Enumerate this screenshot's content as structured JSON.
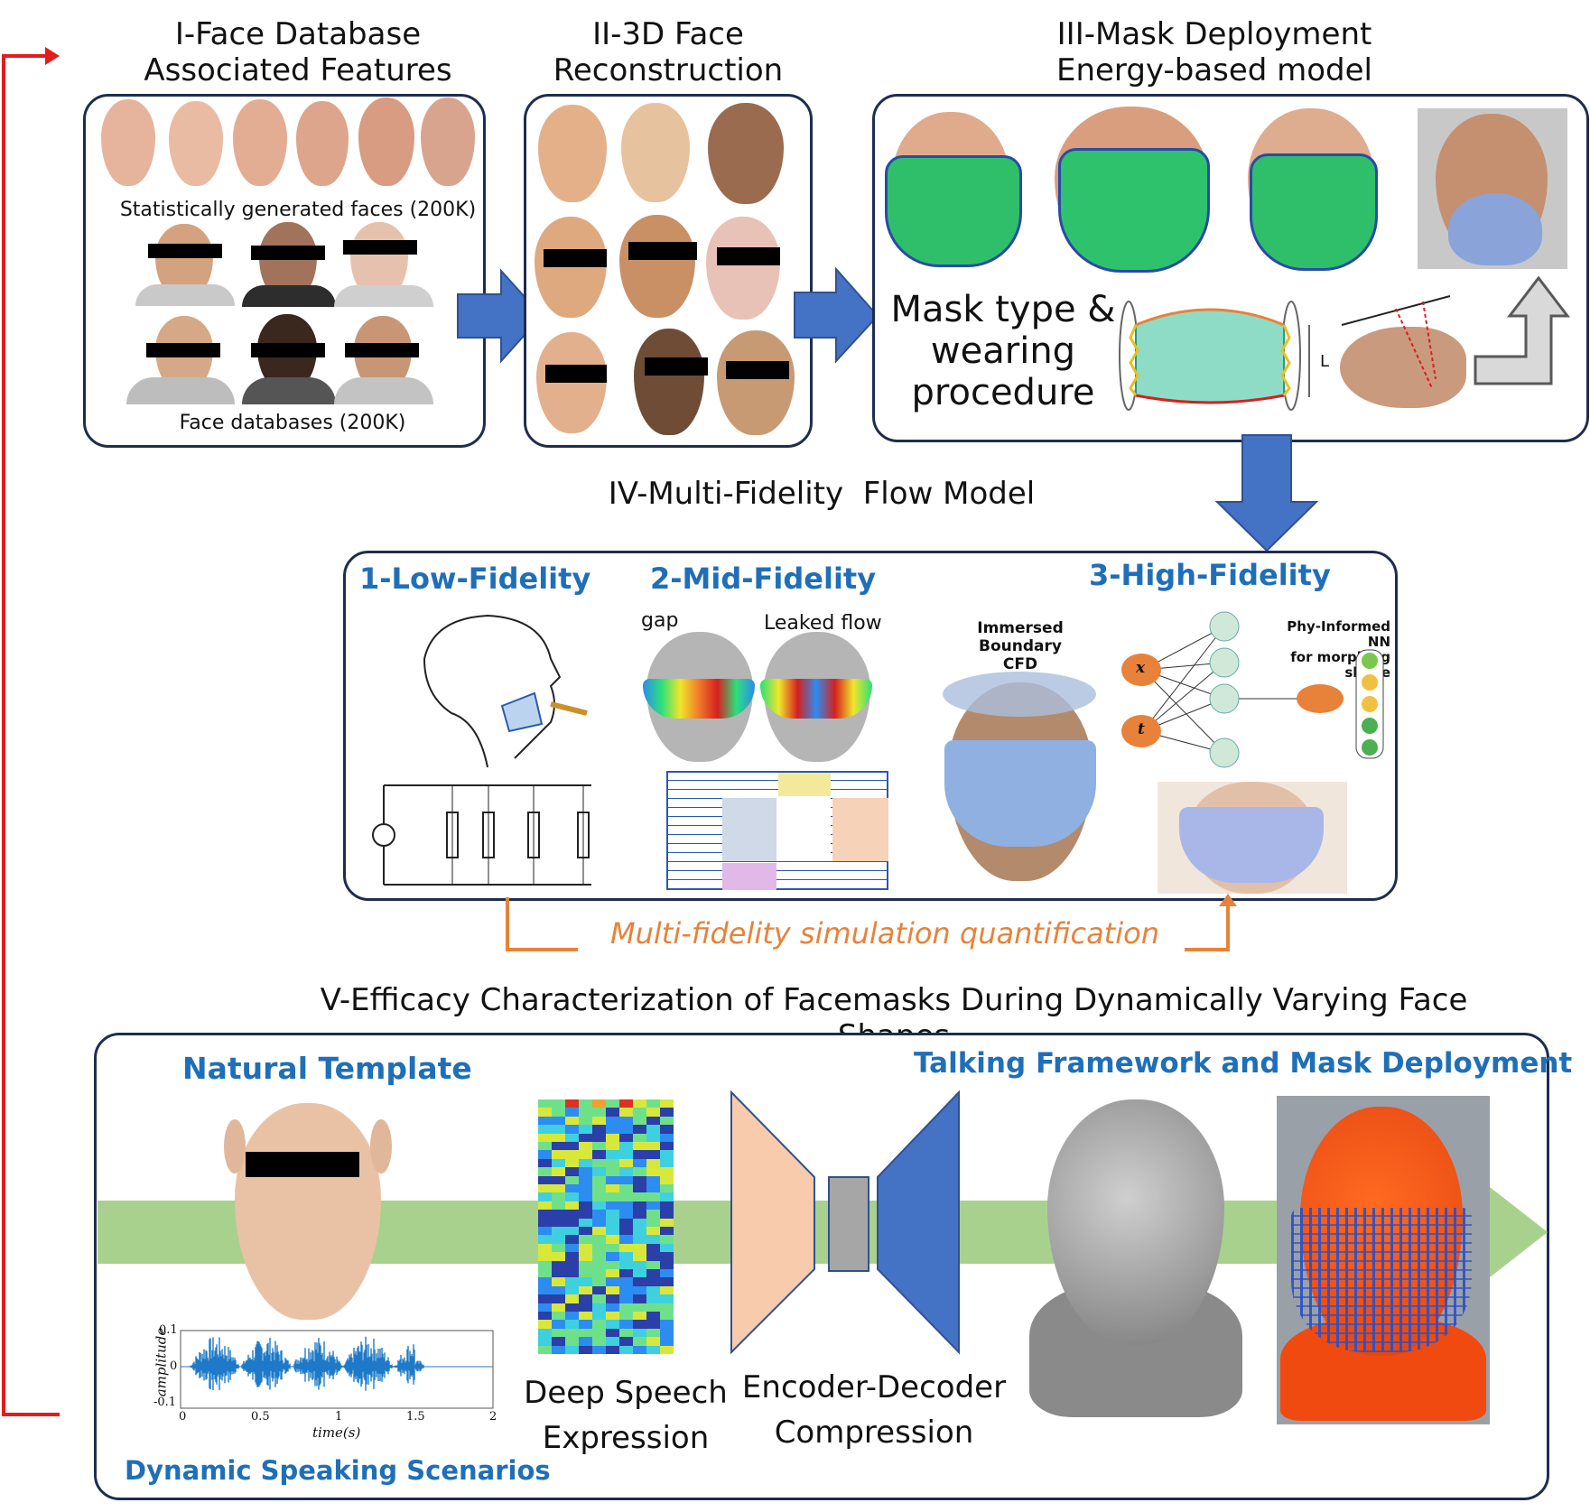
{
  "stages": {
    "s1": {
      "title_l1": "I-Face Database",
      "title_l2": "Associated Features",
      "caption_top": "Statistically generated faces (200K)",
      "caption_bottom": "Face databases (200K)"
    },
    "s2": {
      "title_l1": "II-3D Face",
      "title_l2": "Reconstruction"
    },
    "s3": {
      "title_l1": "III-Mask Deployment",
      "title_l2": "Energy-based model",
      "mask_text_l1": "Mask type &",
      "mask_text_l2": "wearing",
      "mask_text_l3": "procedure",
      "dim_label": "L"
    },
    "s4": {
      "title": "IV-Multi-Fidelity  Flow Model",
      "low": "1-Low-Fidelity",
      "mid": "2-Mid-Fidelity",
      "high": "3-High-Fidelity",
      "gap": "gap",
      "leaked": "Leaked flow",
      "ibcfd_l1": "Immersed",
      "ibcfd_l2": "Boundary",
      "ibcfd_l3": "CFD",
      "pinn_l1": "Phy-Informed NN",
      "pinn_l2": "for morphing",
      "pinn_l3": "shape",
      "node_x": "x",
      "node_t": "t",
      "feedback": "Multi-fidelity simulation quantification"
    },
    "s5": {
      "title": "V-Efficacy Characterization of Facemasks During Dynamically Varying Face Shapes",
      "natural": "Natural Template",
      "talking": "Talking Framework and Mask Deployment",
      "dynamic": "Dynamic Speaking Scenarios",
      "deep_l1": "Deep Speech",
      "deep_l2": "Expression",
      "enc_l1": "Encoder-Decoder",
      "enc_l2": "Compression",
      "ylabel": "amplitude",
      "xlabel": "time(s)",
      "yticks": [
        "0.1",
        "0",
        "-0.1"
      ],
      "xticks": [
        "0",
        "0.5",
        "1",
        "1.5",
        "2"
      ]
    }
  },
  "colors": {
    "arrow_blue": "#4472c4",
    "frame": "#1f2d4d",
    "red": "#e41c1c",
    "orange": "#e8823a",
    "green_band": "#a9d18e",
    "heading_blue": "#1f6fb8"
  }
}
